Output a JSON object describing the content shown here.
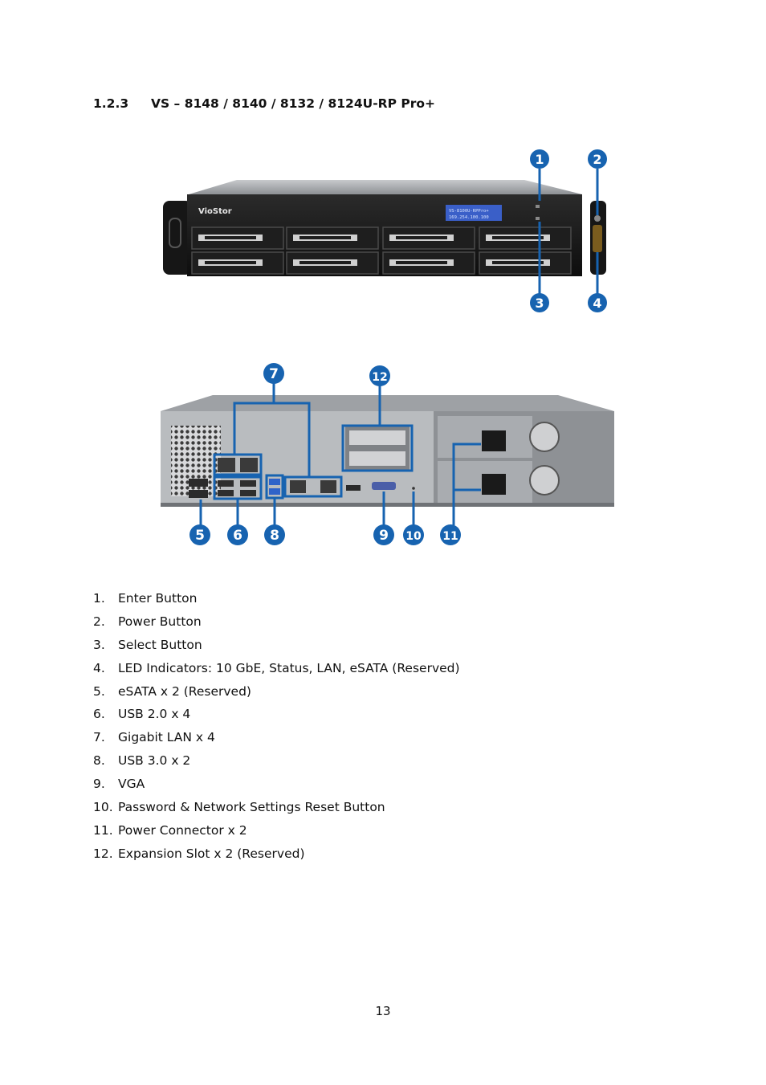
{
  "section": {
    "number": "1.2.3",
    "title": "VS – 8148 / 8140 / 8132 / 8124U-RP Pro+"
  },
  "front_figure": {
    "brand_label": "VioStor",
    "lcd_line1": "VS-8100U-RPPro+",
    "lcd_line2": "169.254.100.100",
    "callouts": [
      "1",
      "2",
      "3",
      "4"
    ]
  },
  "rear_figure": {
    "callouts": [
      "7",
      "12",
      "5",
      "6",
      "8",
      "9",
      "10",
      "11"
    ]
  },
  "items": [
    {
      "num": "1.",
      "label": "Enter Button"
    },
    {
      "num": "2.",
      "label": "Power Button"
    },
    {
      "num": "3.",
      "label": "Select Button"
    },
    {
      "num": "4.",
      "label": "LED Indicators: 10 GbE, Status, LAN, eSATA (Reserved)"
    },
    {
      "num": "5.",
      "label": "eSATA x 2 (Reserved)"
    },
    {
      "num": "6.",
      "label": "USB 2.0 x 4"
    },
    {
      "num": "7.",
      "label": "Gigabit LAN x 4"
    },
    {
      "num": "8.",
      "label": "USB 3.0 x 2"
    },
    {
      "num": "9.",
      "label": "VGA"
    },
    {
      "num": "10.",
      "label": "Password & Network Settings Reset Button"
    },
    {
      "num": "11.",
      "label": "Power Connector x 2"
    },
    {
      "num": "12.",
      "label": "Expansion Slot x 2 (Reserved)"
    }
  ],
  "page_number": "13",
  "colors": {
    "callout_blue": "#1763b0",
    "chassis_dark": "#1b1b1b",
    "chassis_grey": "#b9bcbf",
    "lcd_blue": "#3a5fc8"
  }
}
